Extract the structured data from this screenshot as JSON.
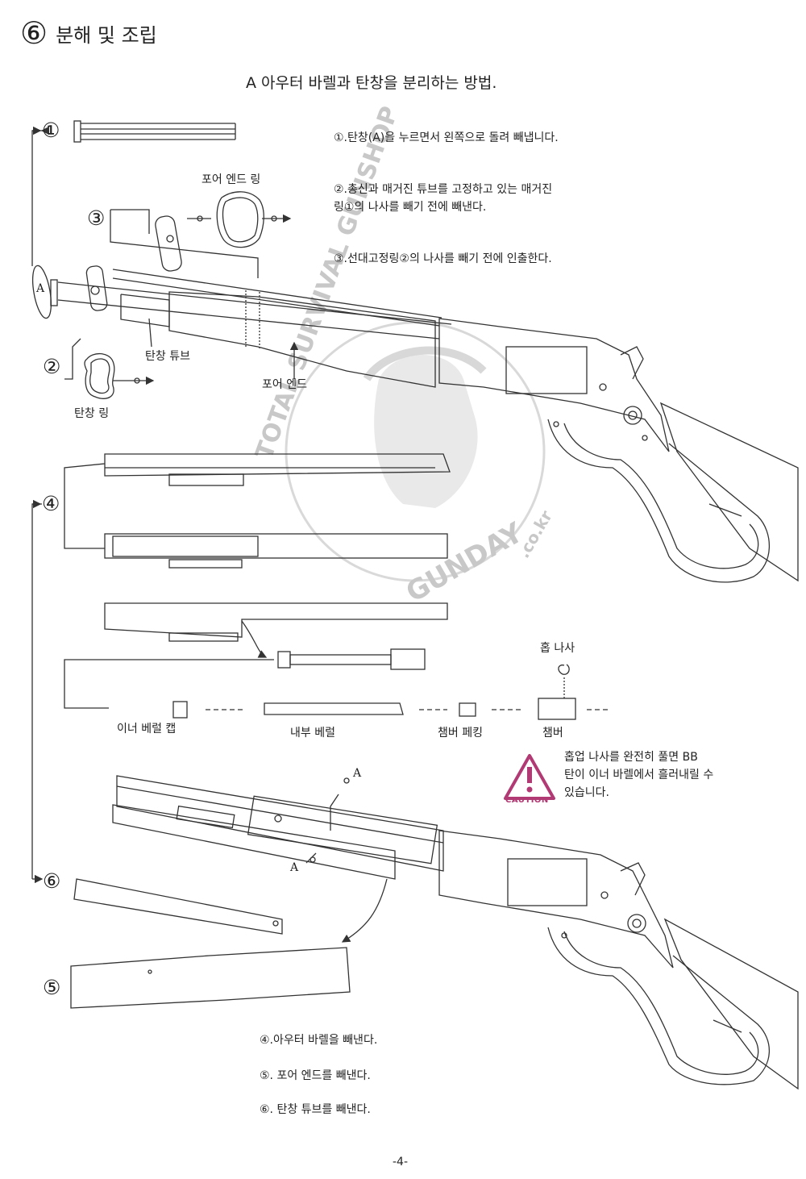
{
  "header": {
    "section_number": "⑥",
    "section_title": "분해 및 조립"
  },
  "subtitle": "A 아우터 바렐과 탄창을 분리하는 방법.",
  "instructions_top": [
    "①.탄창(A)을 누르면서 왼쪽으로 돌려 빼냅니다.",
    "②.총신과 매거진 튜브를 고정하고 있는 매거진",
    "링①의 나사를 빼기 전에 빼낸다.",
    "③.선대고정링②의 나사를 빼기 전에 인출한다."
  ],
  "step_markers": {
    "s1": "①",
    "s2": "②",
    "s3": "③",
    "s4": "④",
    "s5": "⑤",
    "s6": "⑥"
  },
  "part_labels": {
    "fore_end_ring": "포어 엔드 링",
    "magazine_tube": "탄창 튜브",
    "fore_end": "포어 엔드",
    "magazine_ring": "탄창 링",
    "hop_screw": "홉 나사",
    "inner_barrel_cap": "이너 베럴 캡",
    "inner_barrel": "내부 베럴",
    "chamber_packing": "챔버 페킹",
    "chamber": "챔버",
    "letter_a": "A"
  },
  "caution": {
    "badge_label": "CAUTION",
    "lines": [
      "홉업 나사를 완전히 풀면 BB",
      "탄이 이너 바렐에서 흘러내릴 수",
      "있습니다."
    ]
  },
  "instructions_bottom": [
    "④.아우터 바렐을 빼낸다.",
    "⑤. 포어 엔드를 빼낸다.",
    "⑥. 탄창 튜브를 빼낸다."
  ],
  "watermark": {
    "top_text": "TOTAL SURVIVAL GUNSHOP",
    "bottom_text": "GUNDAY",
    "suffix": ".co.kr"
  },
  "page_number": "-4-",
  "colors": {
    "line": "#333333",
    "caution": "#b23a74",
    "watermark": "#c8c8c8"
  }
}
